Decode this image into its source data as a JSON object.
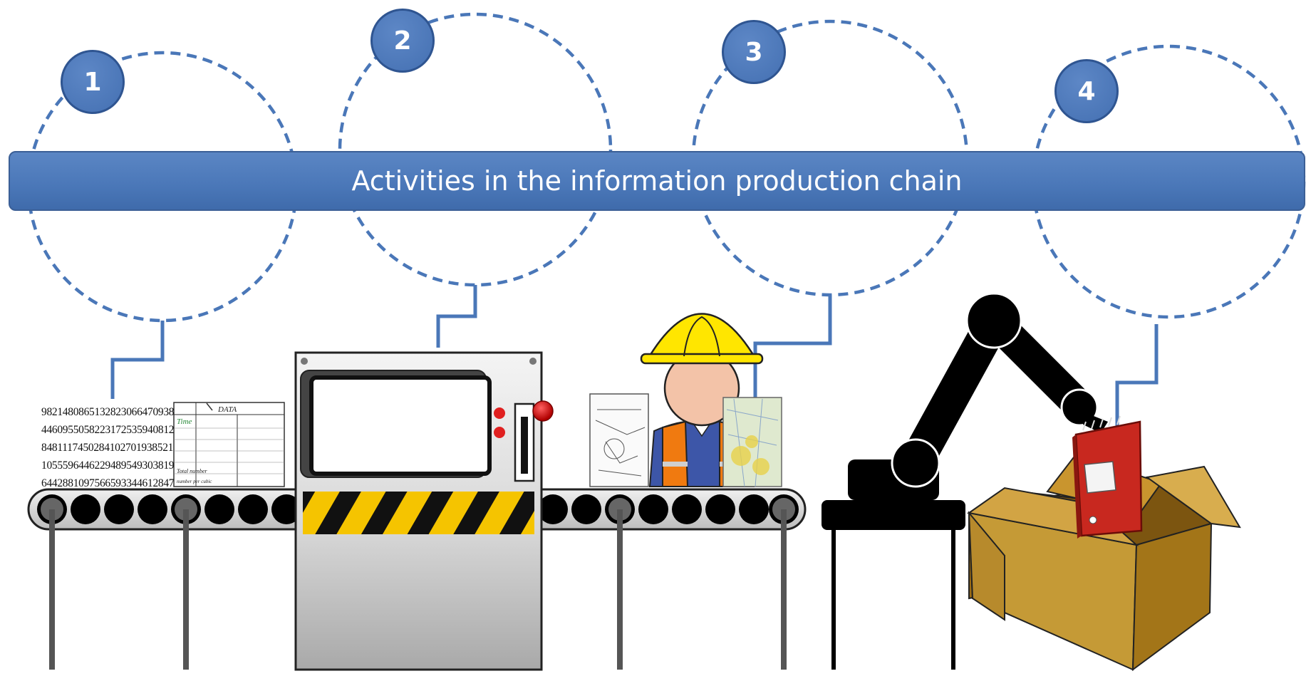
{
  "banner": {
    "title": "Activities in the information production chain"
  },
  "steps": [
    {
      "number": "1"
    },
    {
      "number": "2"
    },
    {
      "number": "3"
    },
    {
      "number": "4"
    }
  ],
  "raw_data": {
    "rows": [
      "98214808651328230664709​38",
      "44609550582231725359408​12",
      "84811174502841027019385​21",
      "10555964462294895493038​19",
      "64428810975665933446128​47"
    ]
  },
  "data_table": {
    "title": "DATA",
    "corner": "Time",
    "footer_rows": [
      "Total number",
      "number per cubic"
    ]
  },
  "colors": {
    "accent": "#4a77b8",
    "dashed_line": "#4a77b8",
    "hazard_yellow": "#f5c400",
    "helmet": "#ffe600",
    "vest": "#f07a10",
    "binder": "#c8281f",
    "box": "#b8862a",
    "robot": "#000000"
  },
  "icons": [
    "numbers-sheet",
    "data-table",
    "processing-machine",
    "worker",
    "aero-chart",
    "robot-arm",
    "red-binder",
    "cardboard-box",
    "conveyor-belt"
  ]
}
